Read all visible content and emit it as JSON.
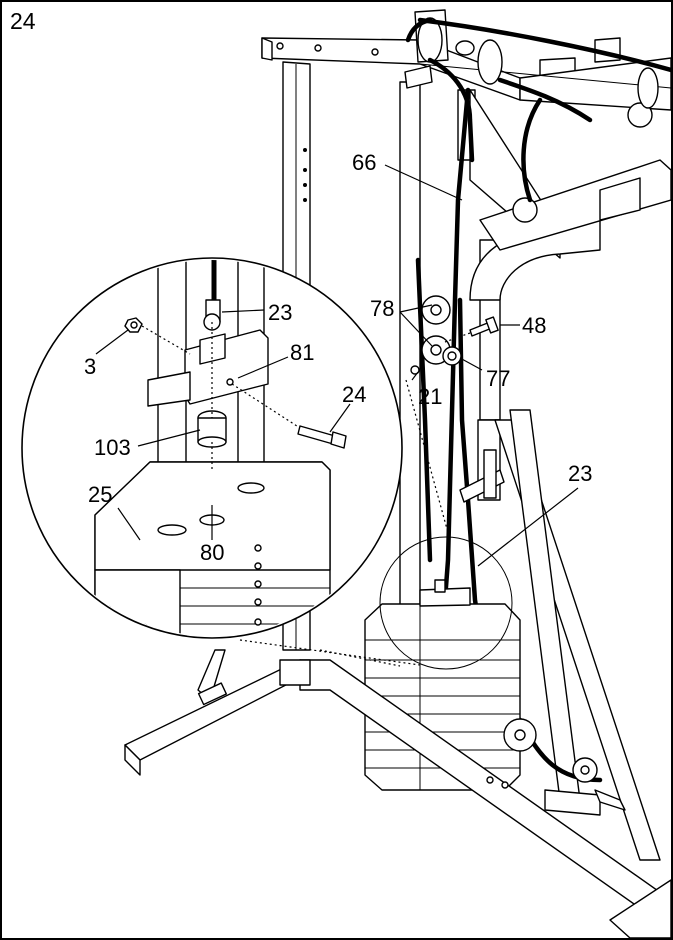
{
  "step_number": "24",
  "labels": {
    "p66": "66",
    "p78": "78",
    "p48": "48",
    "p21": "21",
    "p77": "77",
    "p23_main": "23",
    "p23_detail": "23",
    "p3": "3",
    "p81": "81",
    "p24": "24",
    "p103": "103",
    "p25": "25",
    "p80": "80"
  },
  "colors": {
    "ink": "#000000",
    "paper": "#ffffff"
  }
}
